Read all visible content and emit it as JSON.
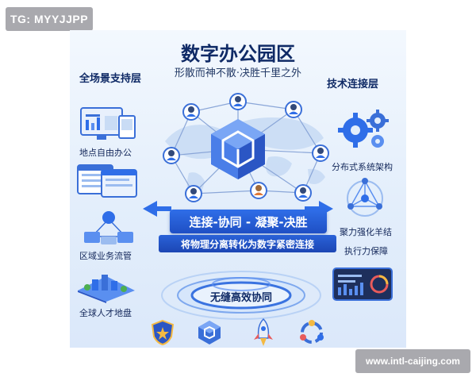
{
  "watermarks": {
    "top_left": "TG: MYYJJPP",
    "bottom_right": "www.intl-caijing.com"
  },
  "poster": {
    "title": "数字办公园区",
    "subtitle": "形散而神不散·决胜千里之外",
    "left_column": {
      "heading": "全场景支持层",
      "items": [
        {
          "label": "地点自由办公",
          "icon": "monitor-dashboard-icon"
        },
        {
          "label": "区域业务流管",
          "icon": "network-nodes-icon"
        },
        {
          "label": "全球人才地盘",
          "icon": "city-map-icon"
        }
      ]
    },
    "right_column": {
      "heading": "技术连接层",
      "items": [
        {
          "label": "分布式系统架构",
          "icon": "gears-icon"
        },
        {
          "label": "聚力强化羊结",
          "icon": "network-globe-icon"
        },
        {
          "label": "执行力保障",
          "icon": "dashboard-panel-icon"
        }
      ]
    },
    "banner_main": "连接-协同 - 凝聚-决胜",
    "banner_sub": "将物理分离转化为数字紧密连接",
    "platform_label": "无缝高效协同",
    "bottom_icons": [
      "shield-icon",
      "cube-icon",
      "rocket-icon",
      "cycle-icon"
    ],
    "colors": {
      "title": "#0f2a66",
      "accent": "#2f6ee8",
      "banner": "#1f4fc4",
      "background": "#e3eefb"
    }
  }
}
